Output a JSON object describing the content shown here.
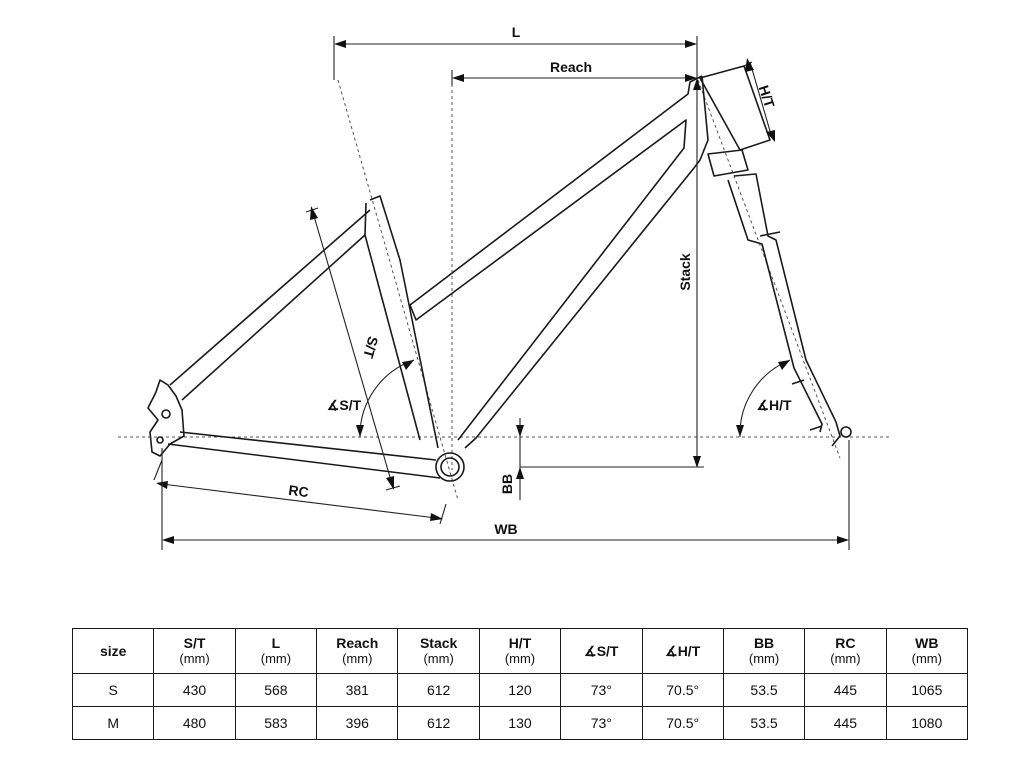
{
  "labels": {
    "L": "L",
    "reach": "Reach",
    "ht": "H/T",
    "stack": "Stack",
    "st": "S/T",
    "st_angle": "∡S/T",
    "ht_angle": "∡H/T",
    "bb": "BB",
    "rc": "RC",
    "wb": "WB"
  },
  "table": {
    "headers": [
      {
        "name": "size",
        "unit": ""
      },
      {
        "name": "S/T",
        "unit": "(mm)"
      },
      {
        "name": "L",
        "unit": "(mm)"
      },
      {
        "name": "Reach",
        "unit": "(mm)"
      },
      {
        "name": "Stack",
        "unit": "(mm)"
      },
      {
        "name": "H/T",
        "unit": "(mm)"
      },
      {
        "name": "∡S/T",
        "unit": ""
      },
      {
        "name": "∡H/T",
        "unit": ""
      },
      {
        "name": "BB",
        "unit": "(mm)"
      },
      {
        "name": "RC",
        "unit": "(mm)"
      },
      {
        "name": "WB",
        "unit": "(mm)"
      }
    ],
    "rows": [
      [
        "S",
        "430",
        "568",
        "381",
        "612",
        "120",
        "73°",
        "70.5°",
        "53.5",
        "445",
        "1065"
      ],
      [
        "M",
        "480",
        "583",
        "396",
        "612",
        "130",
        "73°",
        "70.5°",
        "53.5",
        "445",
        "1080"
      ]
    ]
  }
}
